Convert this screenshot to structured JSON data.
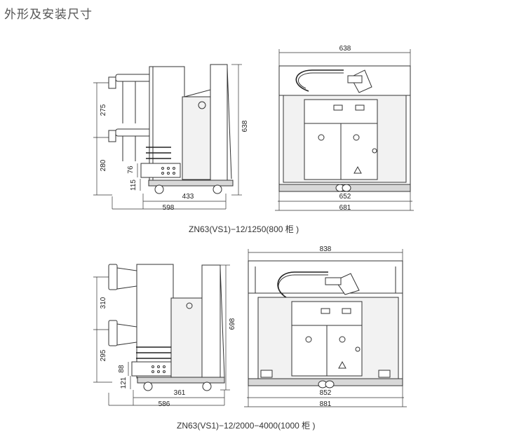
{
  "page": {
    "heading": "外形及安装尺寸"
  },
  "drawing_800": {
    "caption": "ZN63(VS1)−12/1250(800 柜 )",
    "side": {
      "d275": "275",
      "d280": "280",
      "d638": "638",
      "d76": "76",
      "d115": "115",
      "d433": "433",
      "d598": "598"
    },
    "front": {
      "d638": "638",
      "d652": "652",
      "d681": "681"
    }
  },
  "drawing_1000": {
    "caption": "ZN63(VS1)−12/2000−4000(1000 柜 )",
    "side": {
      "d310": "310",
      "d295": "295",
      "d698": "698",
      "d88": "88",
      "d121": "121",
      "d361": "361",
      "d586": "586"
    },
    "front": {
      "d838": "838",
      "d852": "852",
      "d881": "881"
    }
  }
}
